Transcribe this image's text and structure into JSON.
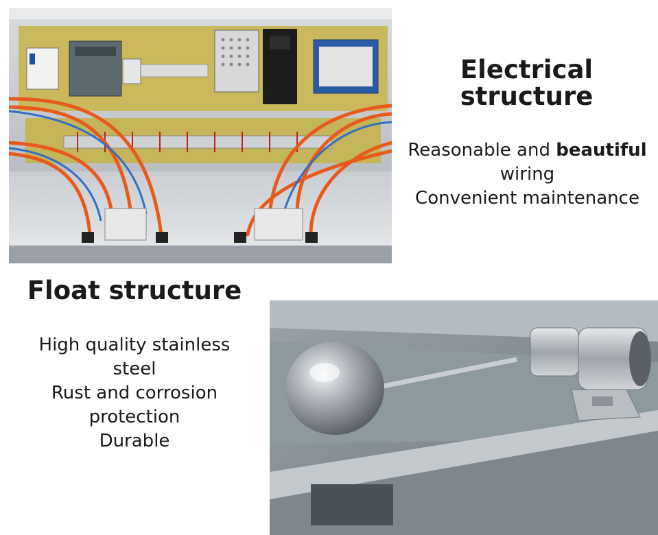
{
  "electrical": {
    "title_lines": [
      "Electrical",
      "structure"
    ],
    "description": {
      "line1_pre": "Reasonable and ",
      "line1_strong": "beautiful",
      "line2": "wiring",
      "line3": "Convenient maintenance"
    }
  },
  "float": {
    "title": "Float structure",
    "description_lines": [
      "High quality stainless",
      "steel",
      "Rust and corrosion",
      "protection",
      "Durable"
    ]
  }
}
